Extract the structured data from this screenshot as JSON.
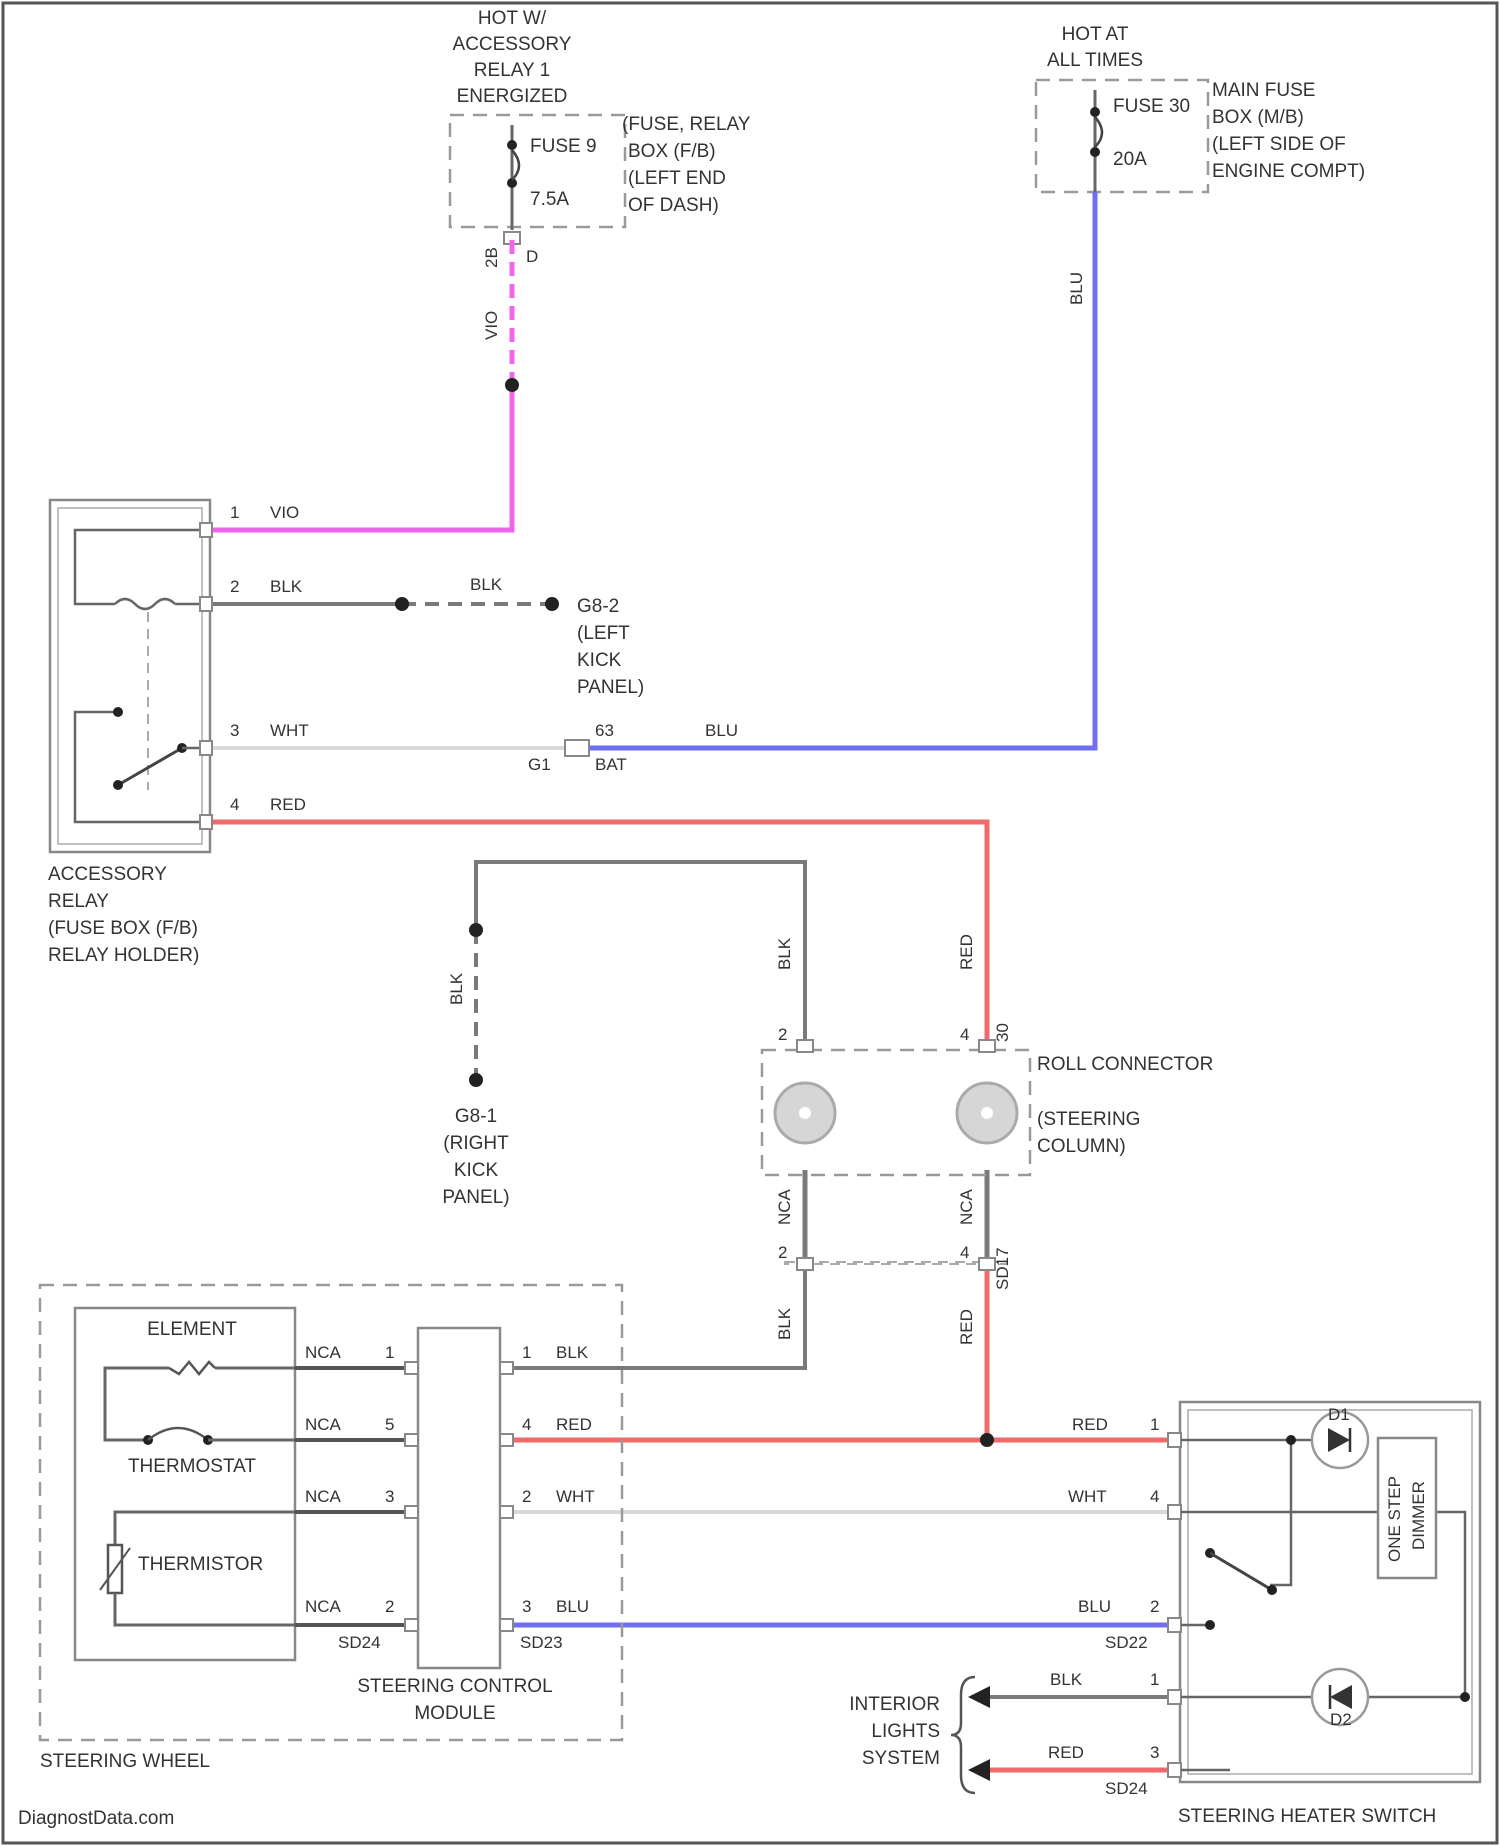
{
  "colors": {
    "VIO": "#ee66ee",
    "BLU": "#6f6ff2",
    "RED": "#f06a6a",
    "BLK": "#7a7a7a",
    "WHT": "#d9d9d9"
  },
  "fuse9": {
    "hot_lines": [
      "HOT W/",
      "ACCESSORY",
      "RELAY 1",
      "ENERGIZED"
    ],
    "name": "FUSE 9",
    "rating": "7.5A",
    "location_lines": [
      "(FUSE, RELAY",
      "BOX (F/B)",
      "(LEFT END",
      "OF DASH)"
    ],
    "conn_a": "2B",
    "conn_b": "D",
    "wire": "VIO"
  },
  "fuse30": {
    "hot_lines": [
      "HOT AT",
      "ALL TIMES"
    ],
    "name": "FUSE 30",
    "rating": "20A",
    "location_lines": [
      "MAIN FUSE",
      "BOX (M/B)",
      "(LEFT SIDE OF",
      "ENGINE COMPT)"
    ],
    "wire": "BLU"
  },
  "relay": {
    "name_lines": [
      "ACCESSORY",
      "RELAY",
      "(FUSE BOX (F/B)",
      "RELAY HOLDER)"
    ],
    "pins": [
      {
        "num": "1",
        "wire": "VIO"
      },
      {
        "num": "2",
        "wire": "BLK"
      },
      {
        "num": "3",
        "wire": "WHT"
      },
      {
        "num": "4",
        "wire": "RED"
      }
    ]
  },
  "g8_2": {
    "lines": [
      "G8-2",
      "(LEFT",
      "KICK",
      "PANEL)"
    ],
    "wire": "BLK"
  },
  "connector_g": {
    "a": "G1",
    "b": "63",
    "c": "BAT",
    "wire": "BLU"
  },
  "g8_1": {
    "lines": [
      "G8-1",
      "(RIGHT",
      "KICK",
      "PANEL)"
    ],
    "wire": "BLK"
  },
  "roll_connector": {
    "name": "ROLL CONNECTOR",
    "location_lines": [
      "(STEERING",
      "COLUMN)"
    ],
    "top_pins": [
      "2",
      "4"
    ],
    "bottom_pins": [
      "2",
      "4"
    ],
    "conn_top": "30",
    "conn_bottom": "SD17",
    "wires_top": [
      "BLK",
      "RED"
    ],
    "wires_mid": [
      "NCA",
      "NCA"
    ],
    "wires_bottom": [
      "BLK",
      "RED"
    ]
  },
  "steering_wheel": {
    "name": "STEERING WHEEL",
    "element": "ELEMENT",
    "thermostat": "THERMOSTAT",
    "thermistor": "THERMISTOR",
    "left_wires": [
      {
        "color": "NCA",
        "pin": "1"
      },
      {
        "color": "NCA",
        "pin": "5"
      },
      {
        "color": "NCA",
        "pin": "3"
      },
      {
        "color": "NCA",
        "pin": "2"
      }
    ],
    "left_conn": "SD24",
    "module_lines": [
      "STEERING CONTROL",
      "MODULE"
    ],
    "right_wires": [
      {
        "pin": "1",
        "color": "BLK"
      },
      {
        "pin": "4",
        "color": "RED"
      },
      {
        "pin": "2",
        "color": "WHT"
      },
      {
        "pin": "3",
        "color": "BLU"
      }
    ],
    "right_conn": "SD23"
  },
  "switch": {
    "name": "STEERING HEATER SWITCH",
    "wires": [
      {
        "color": "RED",
        "pin": "1"
      },
      {
        "color": "WHT",
        "pin": "4"
      },
      {
        "color": "BLU",
        "pin": "2"
      },
      {
        "color": "BLK",
        "pin": "1"
      },
      {
        "color": "RED",
        "pin": "3"
      }
    ],
    "conn": "SD22",
    "conn_bottom": "SD24",
    "one_step_lines": [
      "ONE STEP",
      "DIMMER"
    ],
    "led1": "D1",
    "led2": "D2"
  },
  "interior_lights": [
    "INTERIOR",
    "LIGHTS",
    "SYSTEM"
  ],
  "watermark": "DiagnostData.com"
}
